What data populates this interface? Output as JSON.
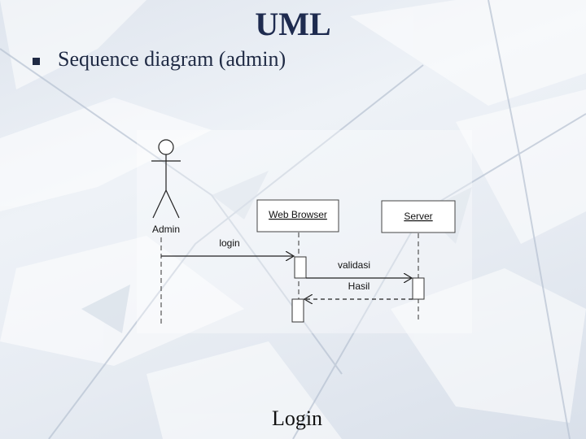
{
  "slide": {
    "title": "UML",
    "bullet": "Sequence diagram (admin)",
    "footer": "Login"
  },
  "diagram": {
    "actor": "Admin",
    "lifelines": [
      "Web Browser",
      "Server"
    ],
    "messages": [
      {
        "label": "login",
        "from": "Admin",
        "to": "Web Browser",
        "style": "solid"
      },
      {
        "label": "validasi",
        "from": "Web Browser",
        "to": "Server",
        "style": "solid"
      },
      {
        "label": "Hasil",
        "from": "Server",
        "to": "Web Browser",
        "style": "dashed"
      }
    ]
  }
}
